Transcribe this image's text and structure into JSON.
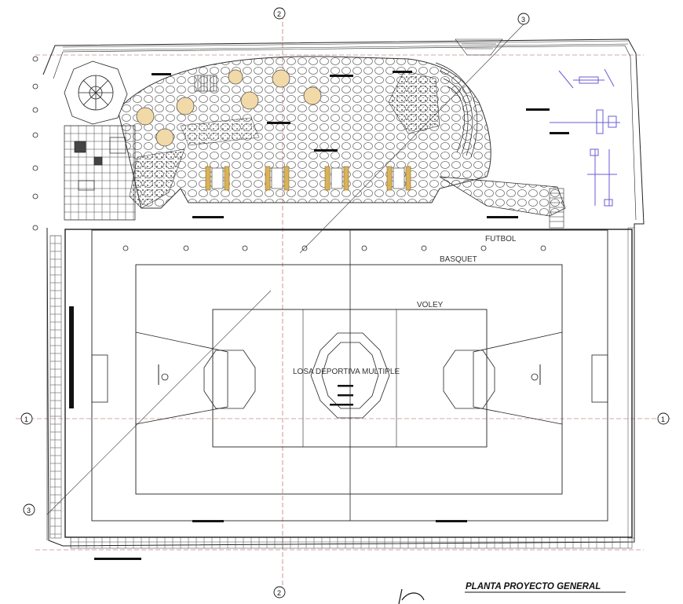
{
  "plan": {
    "title": "PLANTA PROYECTO GENERAL",
    "court_labels": {
      "futbol": "FUTBOL",
      "basquet": "BASQUET",
      "voley": "VOLEY",
      "center": "LOSA DEPORTIVA MULTIPLE"
    },
    "axis_markers": {
      "top": "2",
      "bottom": "2",
      "left": "1",
      "right": "1",
      "diagonal_top": "3",
      "diagonal_left": "3"
    }
  },
  "colors": {
    "line": "#222222",
    "grid_red": "#b05050",
    "paving": "#6a6a6a",
    "tree_fill": "#f2d9a8",
    "bench": "#d9b25a",
    "equipment": "#6b5bd6"
  }
}
